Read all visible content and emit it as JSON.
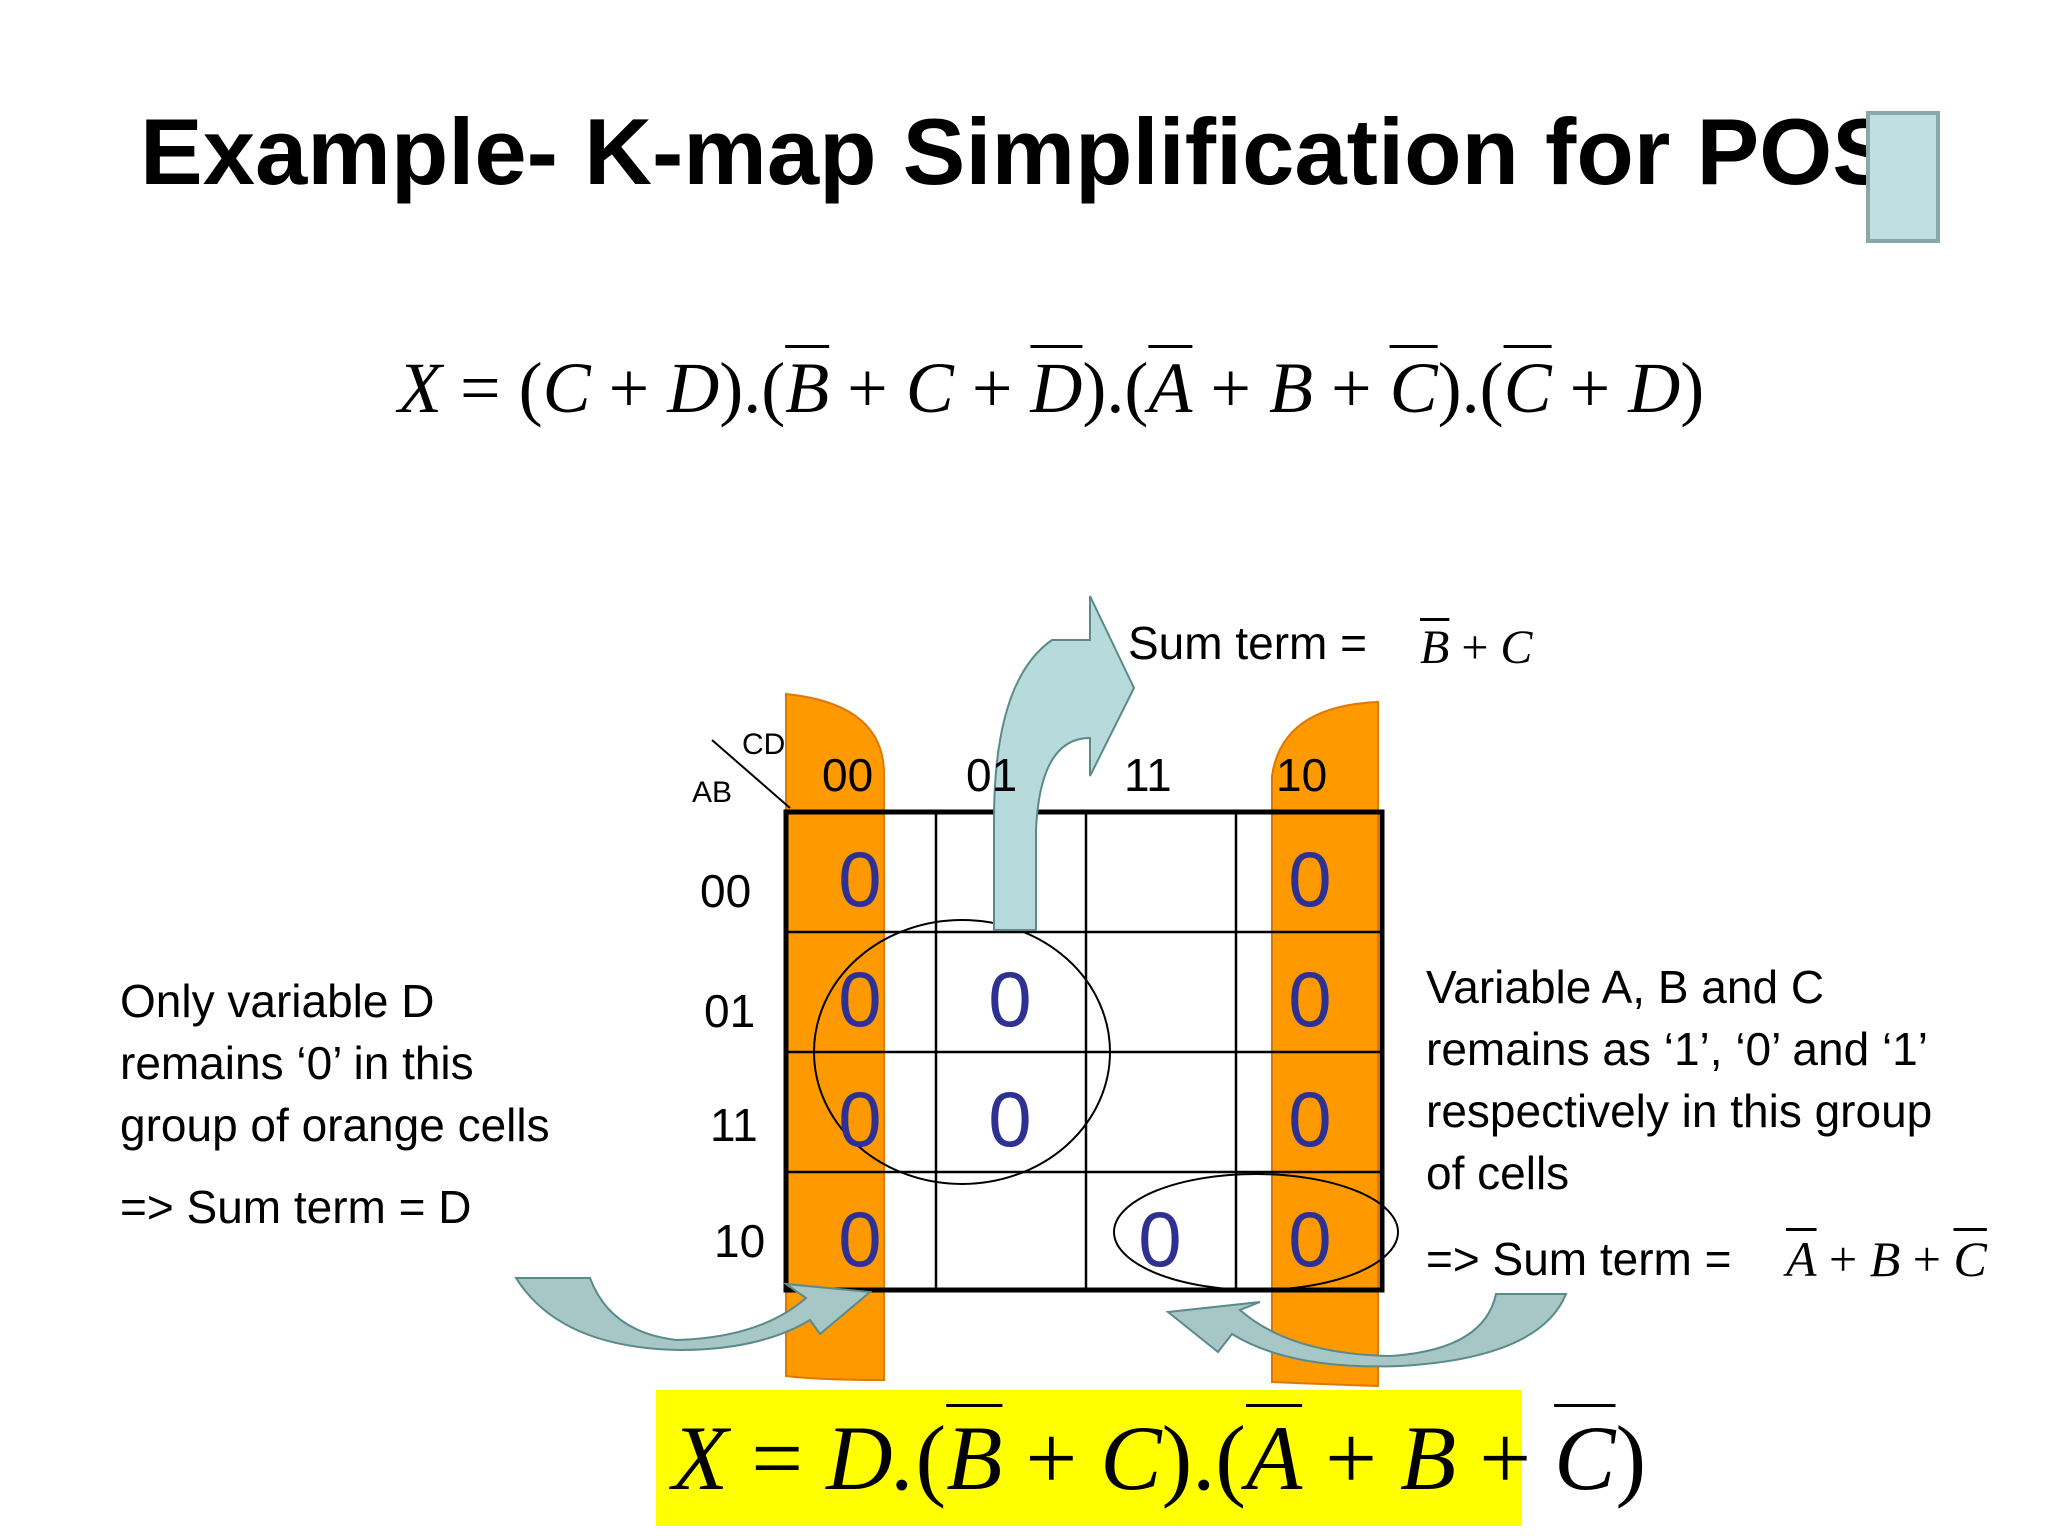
{
  "title": "Example- K-map Simplification for POS",
  "expression": {
    "lhs": "X",
    "eq": "=",
    "terms": [
      [
        {
          "v": "C",
          "bar": false
        },
        {
          "v": "D",
          "bar": false
        }
      ],
      [
        {
          "v": "B",
          "bar": true
        },
        {
          "v": "C",
          "bar": false
        },
        {
          "v": "D",
          "bar": true
        }
      ],
      [
        {
          "v": "A",
          "bar": true
        },
        {
          "v": "B",
          "bar": false
        },
        {
          "v": "C",
          "bar": true
        }
      ],
      [
        {
          "v": "C",
          "bar": true
        },
        {
          "v": "D",
          "bar": false
        }
      ]
    ]
  },
  "kmap": {
    "row_var": "AB",
    "col_var": "CD",
    "col_labels": [
      "00",
      "01",
      "11",
      "10"
    ],
    "row_labels": [
      "00",
      "01",
      "11",
      "10"
    ],
    "cells": [
      [
        "0",
        "",
        "",
        "0"
      ],
      [
        "0",
        "0",
        "",
        "0"
      ],
      [
        "0",
        "0",
        "",
        "0"
      ],
      [
        "0",
        "",
        "0",
        "0"
      ]
    ]
  },
  "sum_term_top": {
    "label": "Sum term =",
    "terms": [
      {
        "v": "B",
        "bar": true
      },
      {
        "v": "C",
        "bar": false
      }
    ]
  },
  "left_note": {
    "lines": [
      "Only variable D",
      "remains ‘0’ in this",
      "group of orange cells"
    ],
    "result": "=> Sum term = D"
  },
  "right_note": {
    "lines": [
      "Variable A, B and C",
      "remains as ‘1’, ‘0’ and ‘1’",
      "respectively in this group",
      "of cells"
    ],
    "result_label": "=> Sum term =",
    "terms": [
      {
        "v": "A",
        "bar": true
      },
      {
        "v": "B",
        "bar": false
      },
      {
        "v": "C",
        "bar": true
      }
    ]
  },
  "result": {
    "lhs": "X",
    "eq": "=",
    "prefix": "D.",
    "terms": [
      [
        {
          "v": "B",
          "bar": true
        },
        {
          "v": "C",
          "bar": false
        }
      ],
      [
        {
          "v": "A",
          "bar": true
        },
        {
          "v": "B",
          "bar": false
        },
        {
          "v": "C",
          "bar": true
        }
      ]
    ]
  },
  "colors": {
    "orange": "#ff9900",
    "orange_edge": "#e07800",
    "arrow_fill": "#b7dbdb",
    "arrow_stroke": "#5a8a8a",
    "zero_color": "#2e3192",
    "highlight": "#ffff00"
  }
}
